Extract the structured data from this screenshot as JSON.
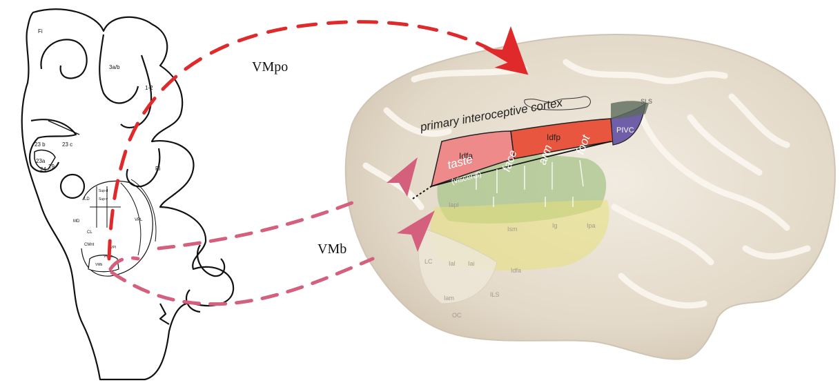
{
  "figure": {
    "left_panel": {
      "region_labels": {
        "fi": "Fi",
        "s3ab": "3a/b",
        "s12": "1-2",
        "ri": "Ri",
        "a23b": "23 b",
        "a23c": "23 c",
        "a23a": "23a",
        "a24": "24",
        "a29": "29",
        "vpl": "VPL",
        "md": "MD",
        "cl": "CL",
        "ld": "LD",
        "vpi": "VPI",
        "cmnt": "CMnt",
        "vmpo": "VMpo",
        "vmb": "VMb",
        "suppl": "Sup-d",
        "supv": "Sup-v"
      },
      "pathway_labels": {
        "vmpo": "VMpo",
        "vmb": "VMb"
      }
    },
    "right_panel": {
      "title": "primary interoceptive cortex",
      "sls": "SLS",
      "regions": {
        "idfa": "Idfa",
        "idfp": "Idfp",
        "pivc": "PIVC"
      },
      "somatotopy": {
        "taste": "taste",
        "face": "face",
        "arm": "arm",
        "foot": "foot",
        "visceral": "(visceral)"
      },
      "faint_labels": {
        "iapl": "Iapl",
        "ism": "Ism",
        "iam": "Iam",
        "ial": "Ial",
        "iai": "Iai",
        "ig": "Ig",
        "ipa": "Ipa",
        "lc": "LC",
        "oc": "OC",
        "ils": "ILS",
        "idfa2": "Idfa"
      }
    },
    "colors": {
      "vmpo_pathway": "#e0292b",
      "vmb_pathway": "#d4607e",
      "anterior_dysgranular": "#ef8a8a",
      "posterior_dysgranular": "#e8563f",
      "pivc": "#6f5ea8",
      "granular_green": "#a8c48a",
      "agranular_yellow": "#e6e07a",
      "brain_surface": "#e8e0d2"
    }
  }
}
